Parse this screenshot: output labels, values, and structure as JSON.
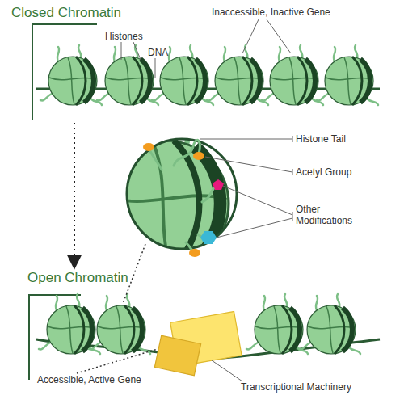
{
  "diagram": {
    "nodes": [
      {
        "text": [
          "Closed Chromatin"
        ]
      },
      {
        "text": [
          "Open Chromatin"
        ]
      }
    ],
    "edges": [
      {
        "from": 0,
        "to": 1,
        "arrow": "to"
      }
    ],
    "labels": [
      "Histones",
      "DNA",
      "Inaccessible, Inactive Gene",
      "Histone Tail",
      "Acetyl Group",
      "Other Modifications",
      "Accessible, Active Gene",
      "Transcriptional Machinery"
    ]
  }
}
